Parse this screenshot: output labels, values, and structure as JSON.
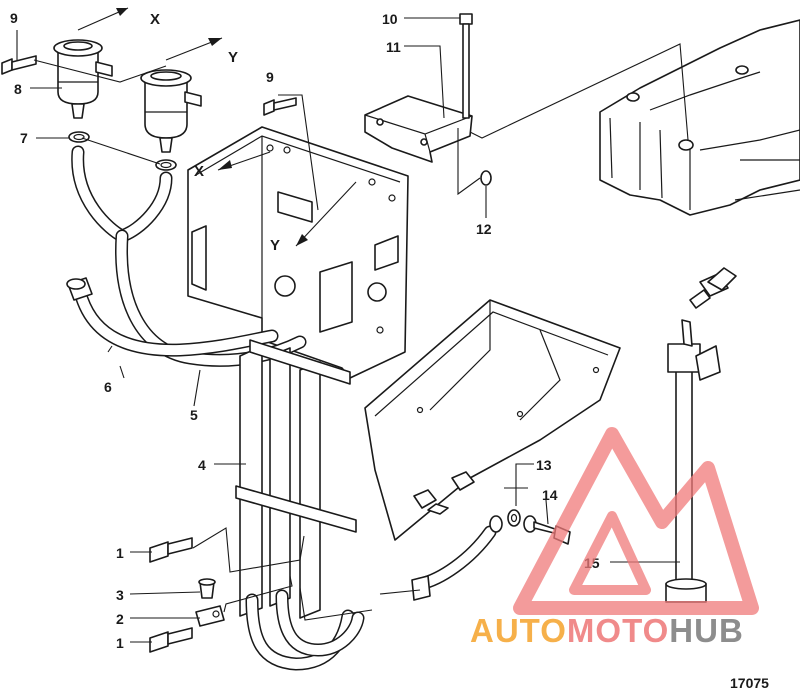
{
  "callouts": [
    {
      "id": "c1a",
      "label": "1"
    },
    {
      "id": "c1b",
      "label": "1"
    },
    {
      "id": "c2",
      "label": "2"
    },
    {
      "id": "c3",
      "label": "3"
    },
    {
      "id": "c4",
      "label": "4"
    },
    {
      "id": "c5",
      "label": "5"
    },
    {
      "id": "c6",
      "label": "6"
    },
    {
      "id": "c7",
      "label": "7"
    },
    {
      "id": "c8",
      "label": "8"
    },
    {
      "id": "c9a",
      "label": "9"
    },
    {
      "id": "c9b",
      "label": "9"
    },
    {
      "id": "c10",
      "label": "10"
    },
    {
      "id": "c11",
      "label": "11"
    },
    {
      "id": "c12",
      "label": "12"
    },
    {
      "id": "c13",
      "label": "13"
    },
    {
      "id": "c14",
      "label": "14"
    },
    {
      "id": "c15",
      "label": "15"
    }
  ],
  "axis_markers": {
    "x_top": "X",
    "y_top": "Y",
    "x_mid": "X",
    "y_mid": "Y"
  },
  "figure_number": "17075",
  "watermark": {
    "part1": "AUTO",
    "part2": "MOTO",
    "part3": "HUB",
    "color_part1": "#f6b04a",
    "color_part2": "#f08a8a",
    "color_part3": "#8d8d8d",
    "logo_color": "#f07a7a"
  }
}
